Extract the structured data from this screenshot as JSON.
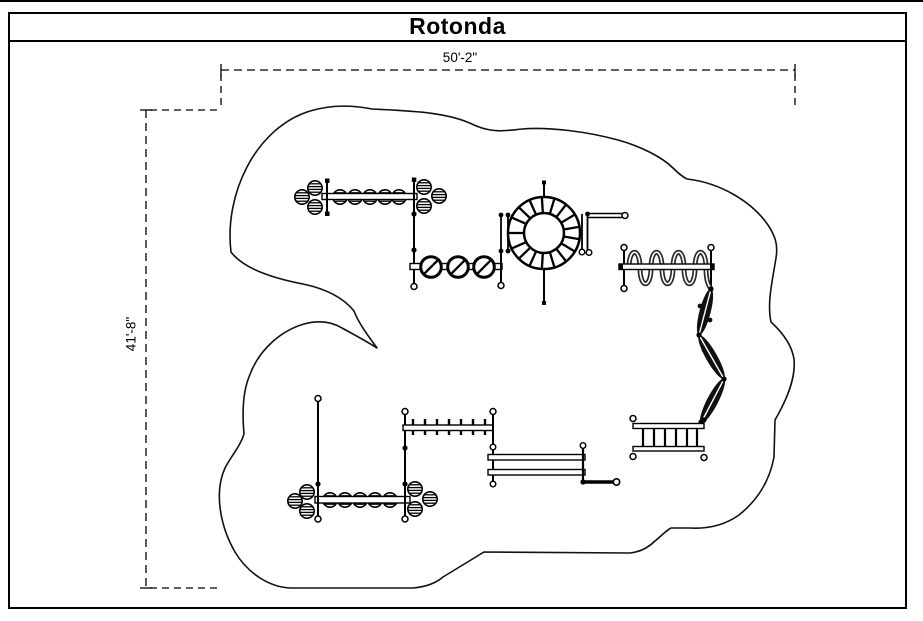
{
  "title_block": {
    "title": "Rotonda"
  },
  "dimensions": {
    "width_label": "50'-2\"",
    "height_label": "41'-8\""
  },
  "drawing": {
    "kind": "playground-equipment-plan",
    "boundary": "cloud-shaped-play-area",
    "equipment": [
      "overhead-pod-climber-upper",
      "spinner-wheel-bar",
      "ring-carousel",
      "loop-overhead-climber",
      "vine-zigzag-climber",
      "overhead-pod-climber-lower",
      "rung-overhead-ladder",
      "parallel-bars",
      "horizontal-ladder"
    ]
  },
  "colors": {
    "line": "#000000",
    "background": "#ffffff"
  }
}
